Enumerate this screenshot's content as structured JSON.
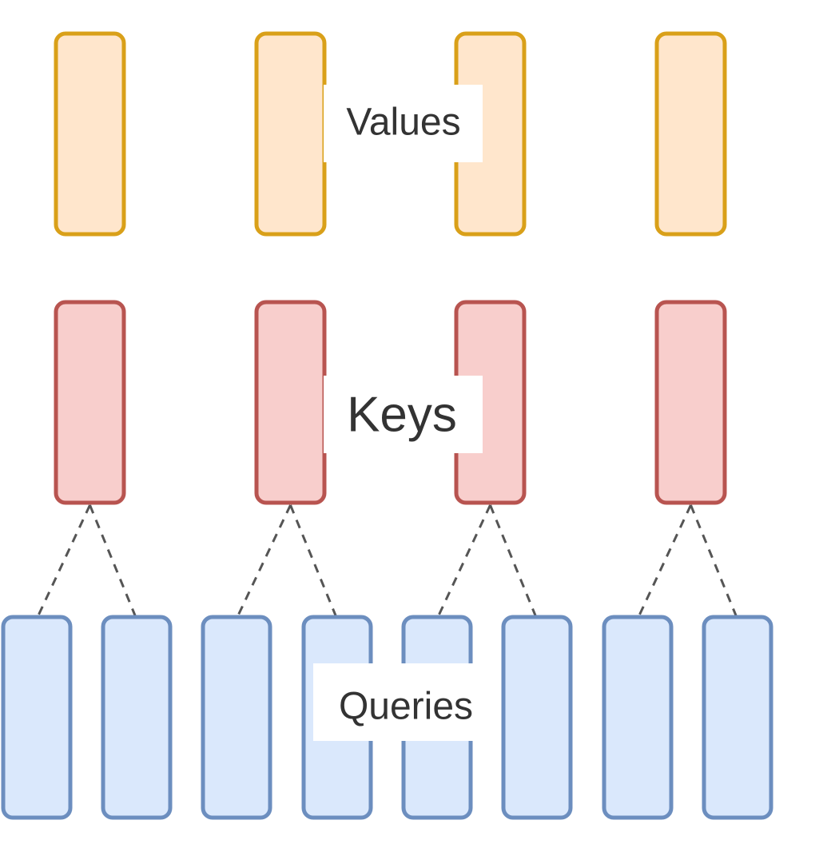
{
  "diagram": {
    "labels": {
      "values": "Values",
      "keys": "Keys",
      "queries": "Queries"
    },
    "counts": {
      "value_heads": 4,
      "key_heads": 4,
      "query_heads": 8,
      "queries_per_key": 2
    },
    "colors": {
      "value_fill": "#ffe6cc",
      "value_stroke": "#d9a019",
      "key_fill": "#f8cecc",
      "key_stroke": "#b85450",
      "query_fill": "#dae8fc",
      "query_stroke": "#6c8ebf",
      "connector": "#555555"
    }
  }
}
